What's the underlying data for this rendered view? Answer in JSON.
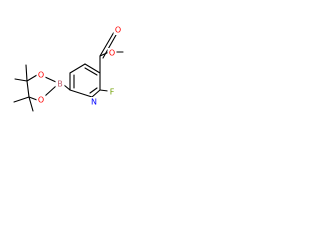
{
  "molecule": {
    "atoms": {
      "carbonyl_oxygen": "O",
      "ester_oxygen": "O",
      "fluorine": "F",
      "ring_nitrogen": "N",
      "boron": "B",
      "boronate_oxygen_upper": "O",
      "boronate_oxygen_lower": "O"
    }
  },
  "colors": {
    "bond": "#000000",
    "background": "#ffffff",
    "oxygen": "#ff0000",
    "nitrogen": "#0000ff",
    "fluorine": "#6fa000",
    "boron": "#c06070"
  }
}
